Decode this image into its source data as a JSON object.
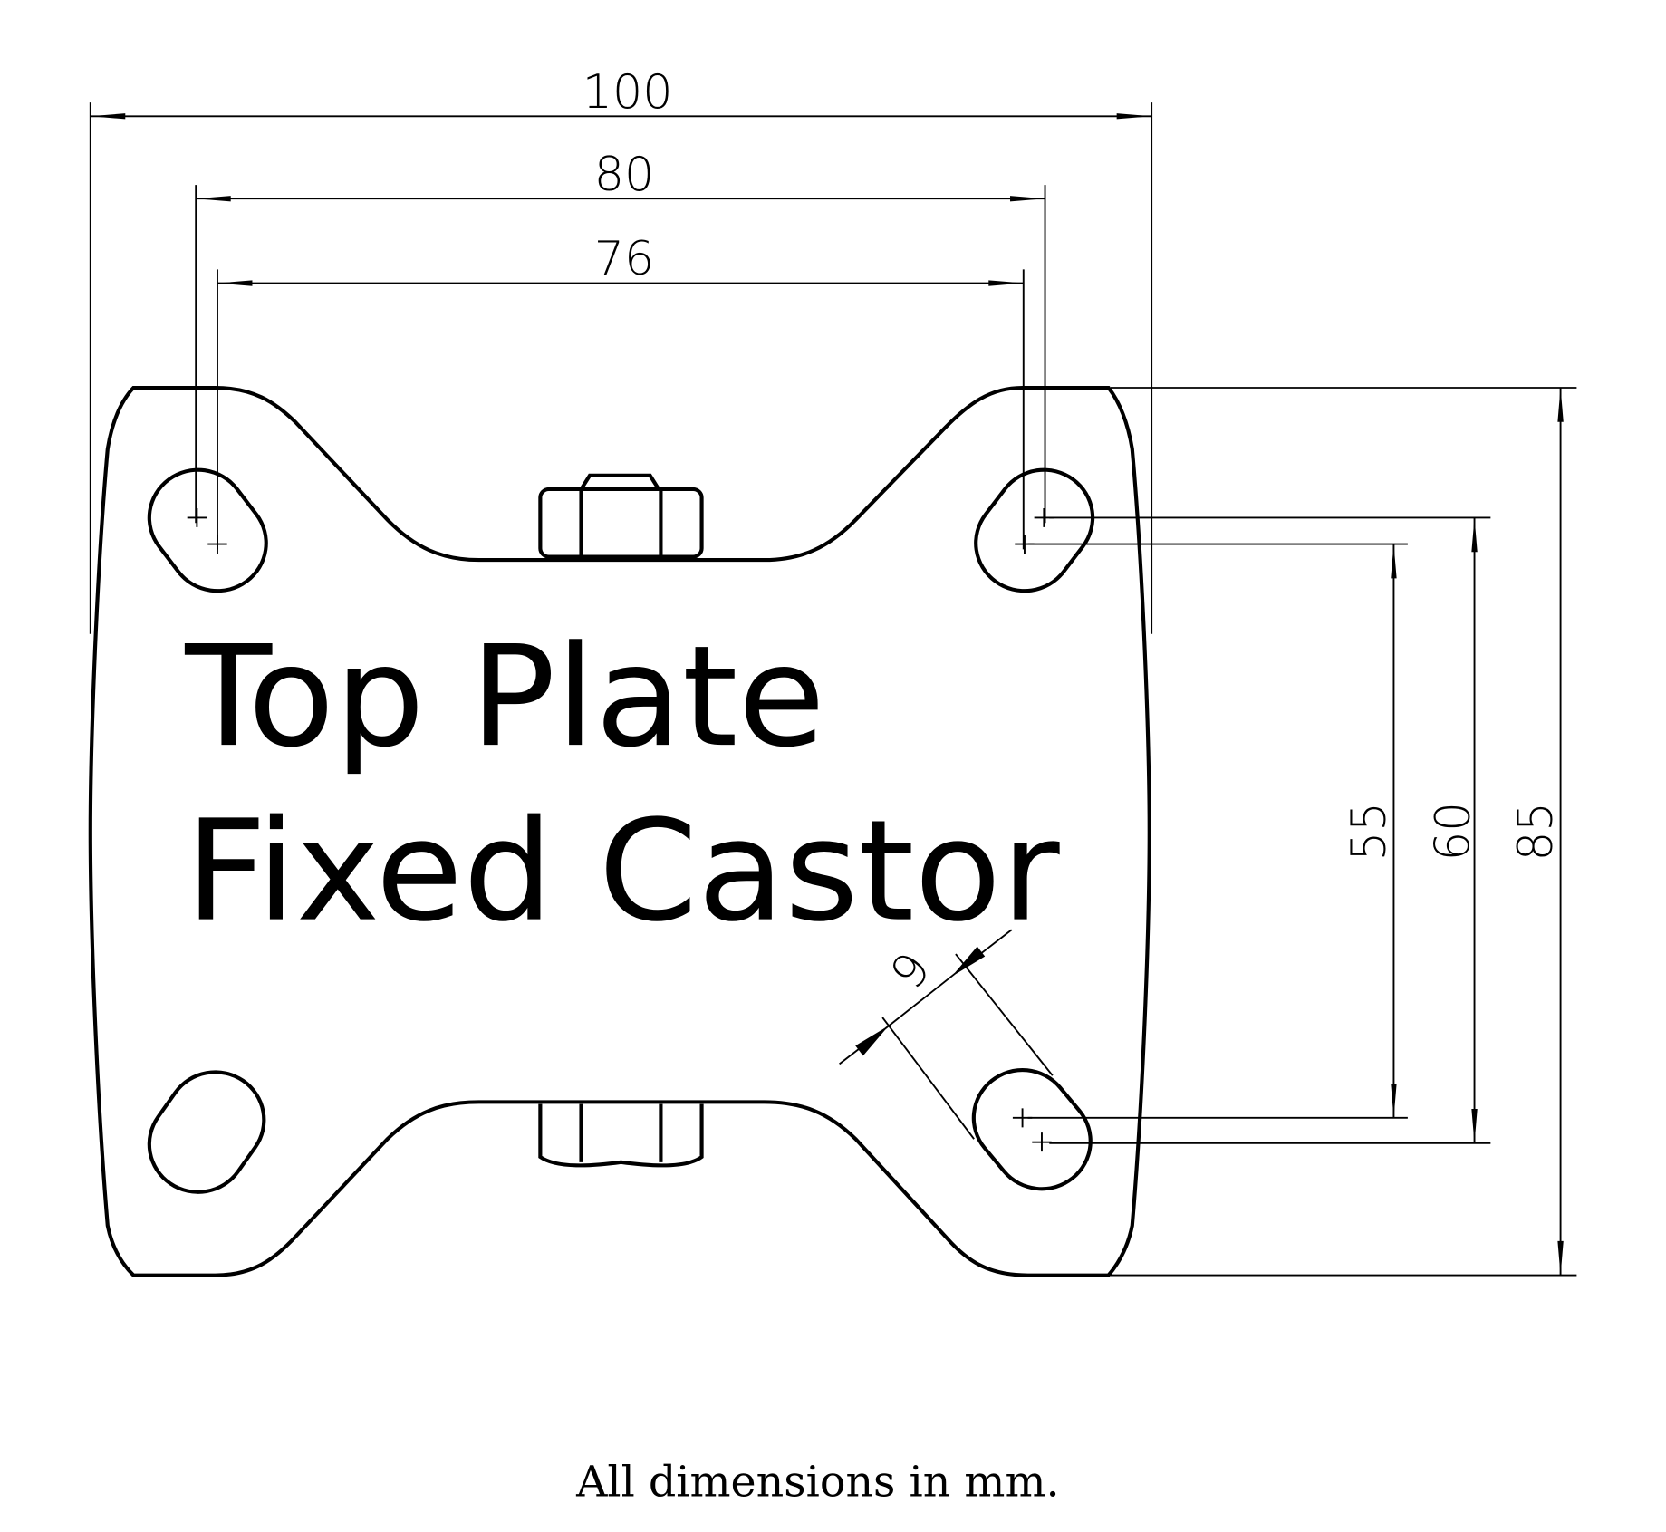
{
  "title": {
    "line1": "Top Plate",
    "line2": "Fixed Castor"
  },
  "dimensions": {
    "overall_width": "100",
    "hole_spacing_outer_width": "80",
    "hole_spacing_inner_width": "76",
    "overall_length": "85",
    "hole_spacing_outer_length": "60",
    "hole_spacing_inner_length": "55",
    "slot_width": "9"
  },
  "footnote": "All dimensions in mm."
}
